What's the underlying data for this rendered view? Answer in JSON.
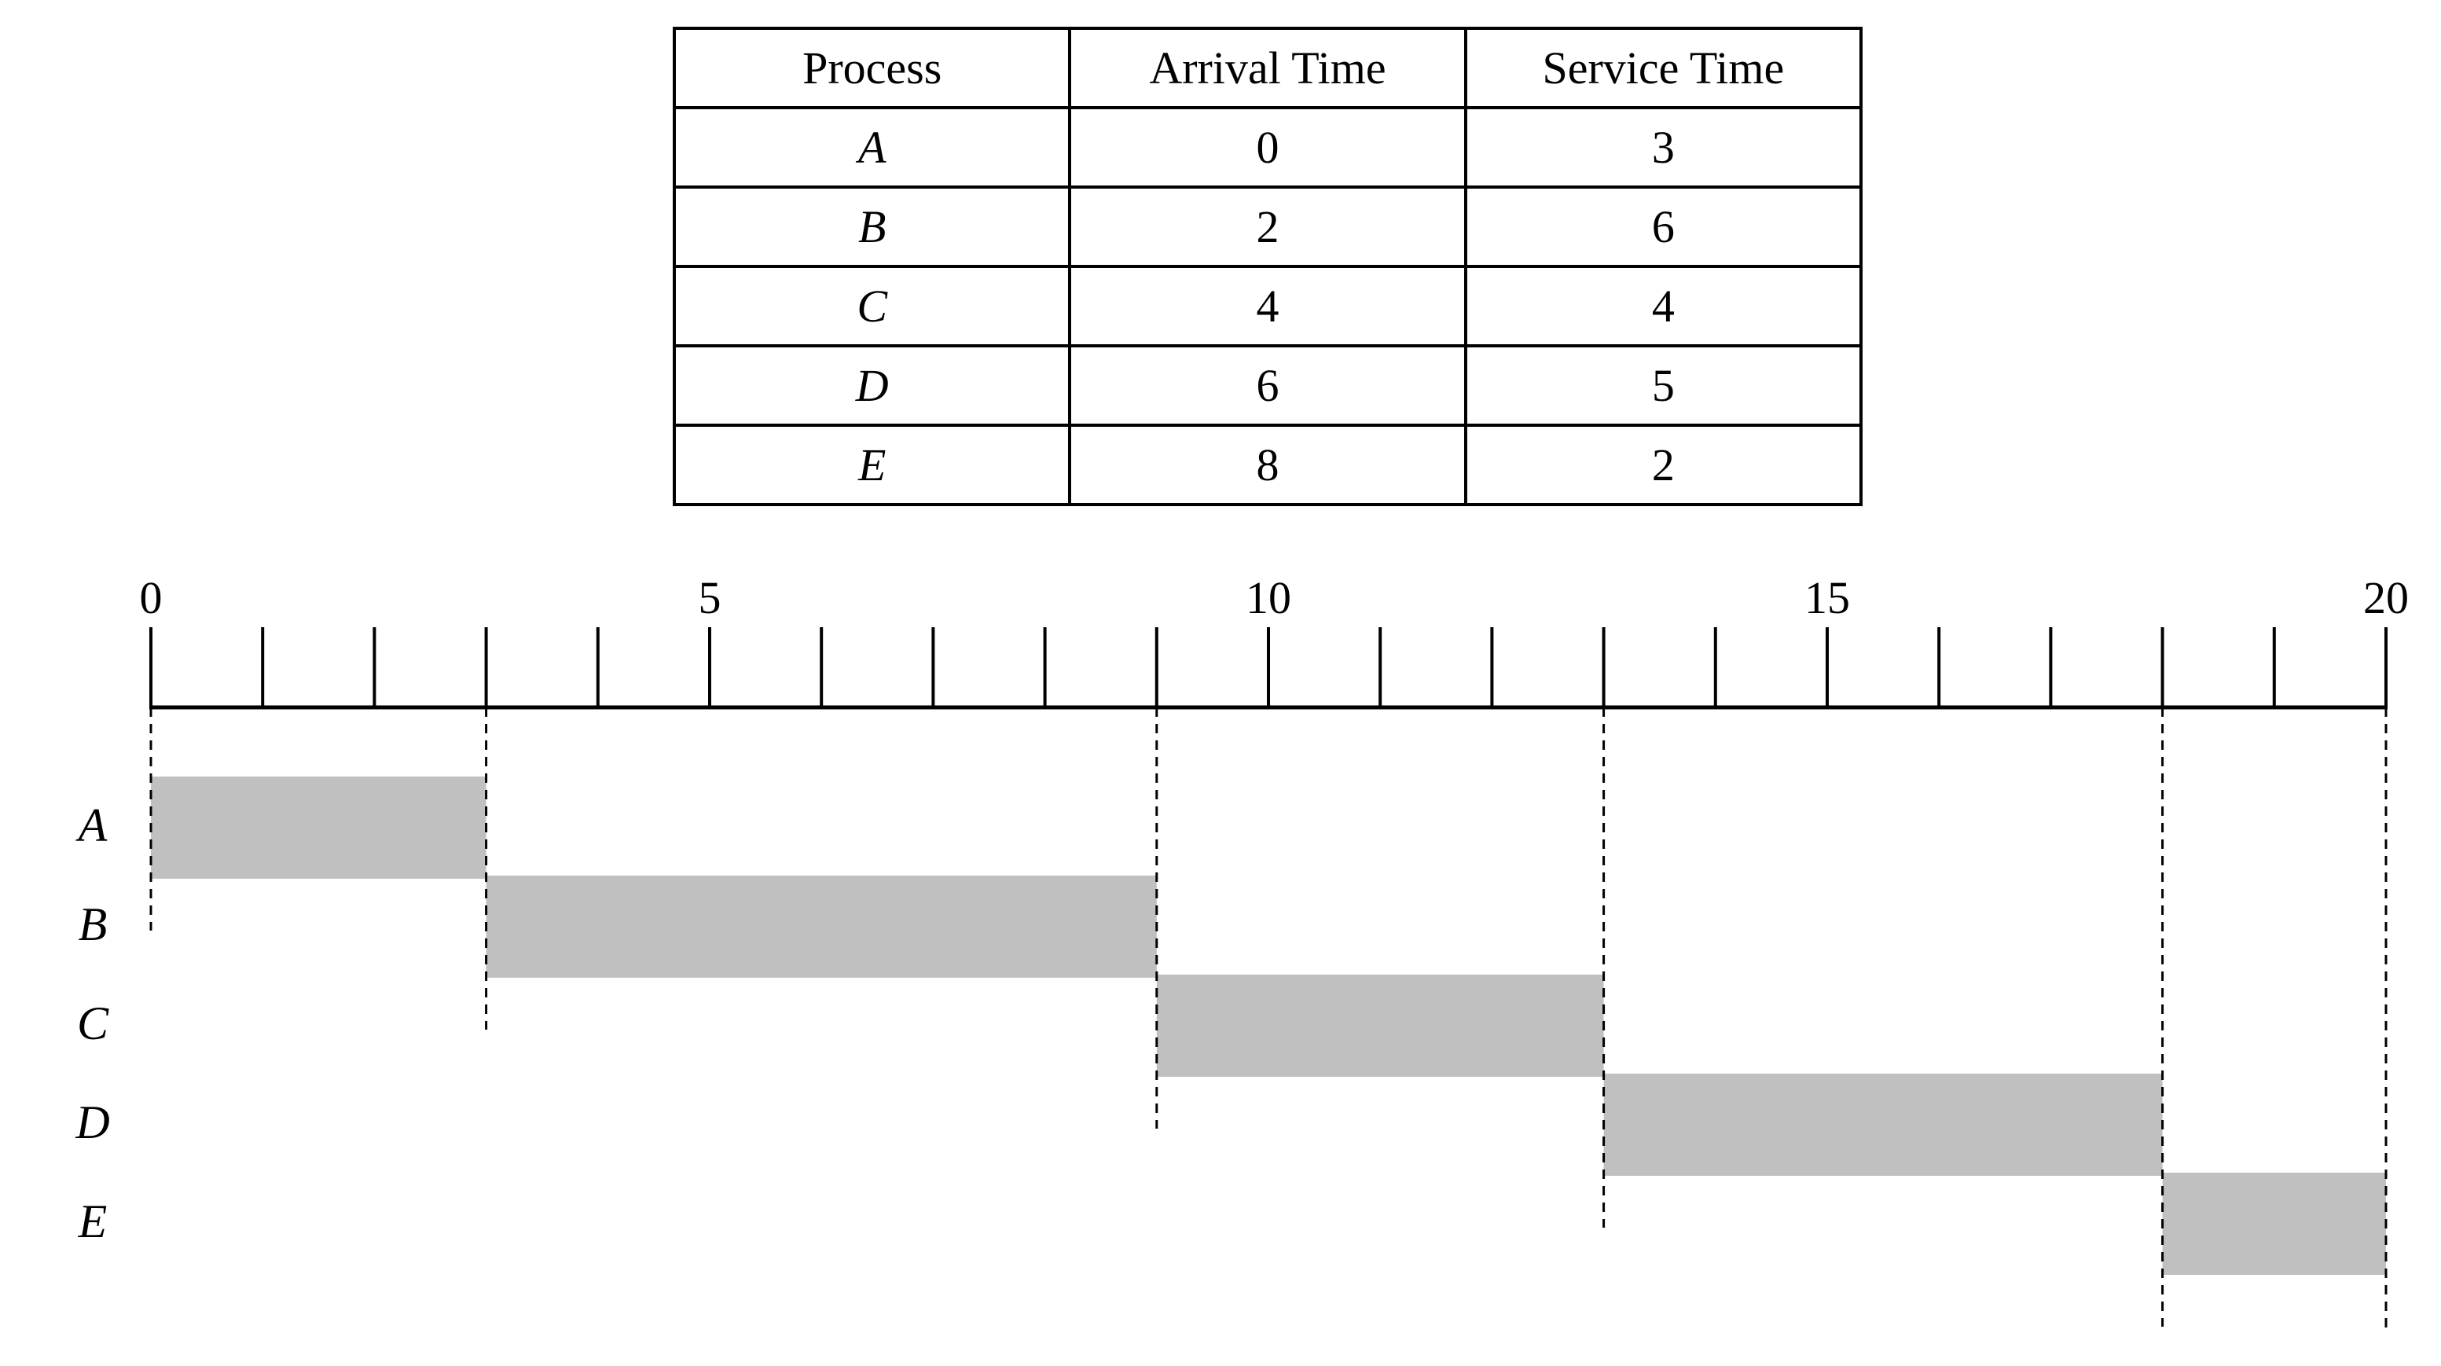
{
  "table": {
    "headers": [
      "Process",
      "Arrival Time",
      "Service Time"
    ],
    "rows": [
      {
        "process": "A",
        "arrival": "0",
        "service": "3"
      },
      {
        "process": "B",
        "arrival": "2",
        "service": "6"
      },
      {
        "process": "C",
        "arrival": "4",
        "service": "4"
      },
      {
        "process": "D",
        "arrival": "6",
        "service": "5"
      },
      {
        "process": "E",
        "arrival": "8",
        "service": "2"
      }
    ]
  },
  "timeline": {
    "range": [
      0,
      20
    ],
    "tick_step": 1,
    "tick_labels": [
      "0",
      "5",
      "10",
      "15",
      "20"
    ],
    "bar_color": "#c0c0c0",
    "schedule": [
      {
        "process": "A",
        "start": 0,
        "end": 3
      },
      {
        "process": "B",
        "start": 3,
        "end": 9
      },
      {
        "process": "C",
        "start": 9,
        "end": 13
      },
      {
        "process": "D",
        "start": 13,
        "end": 18
      },
      {
        "process": "E",
        "start": 18,
        "end": 20
      }
    ]
  }
}
